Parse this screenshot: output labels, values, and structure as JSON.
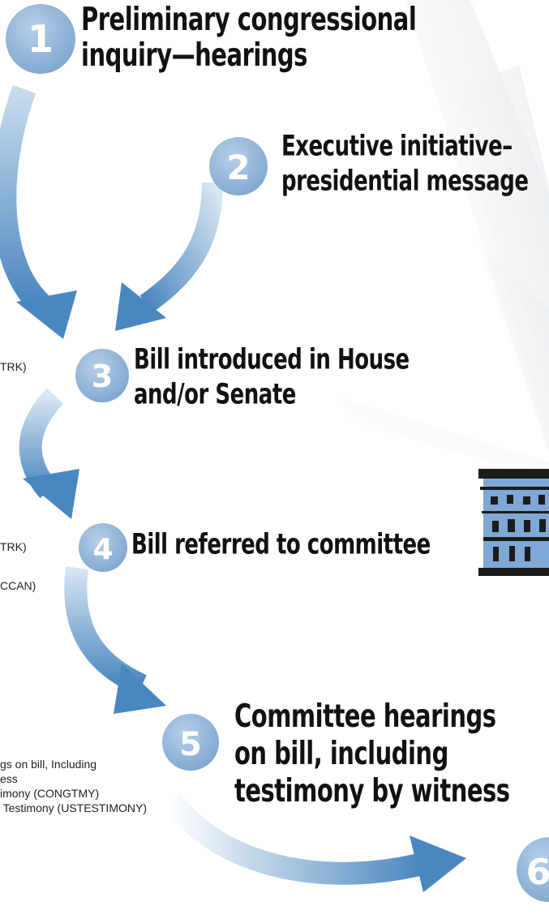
{
  "colors": {
    "circle": "#8fb3d9",
    "circle_text": "#ffffff",
    "arrow": "#4a86bf",
    "arrow_light": "#c9dcee",
    "title_text": "#111111",
    "ray": "#eef0f2",
    "building": "#1c1c1c",
    "building_blue": "#7fa8d6"
  },
  "steps": [
    {
      "number": "1",
      "title_lines": [
        "Preliminary congressional",
        "inquiry—hearings"
      ]
    },
    {
      "number": "2",
      "title_lines": [
        "Executive initiative–",
        "presidential message"
      ]
    },
    {
      "number": "3",
      "title_lines": [
        "Bill introduced in House",
        "and/or Senate"
      ]
    },
    {
      "number": "4",
      "title_lines": [
        "Bill referred to committee"
      ]
    },
    {
      "number": "5",
      "title_lines": [
        "Committee hearings",
        "on bill, including",
        "testimony by witness"
      ]
    },
    {
      "number": "6",
      "title_lines": []
    }
  ],
  "side_labels": {
    "step3": "TRK)",
    "step4_a": "TRK)",
    "step4_b": "CCAN)",
    "step5_lines": [
      "gs on bill, Including",
      "ess",
      "imony (CONGTMY)",
      " Testimony (USTESTIMONY)"
    ]
  }
}
